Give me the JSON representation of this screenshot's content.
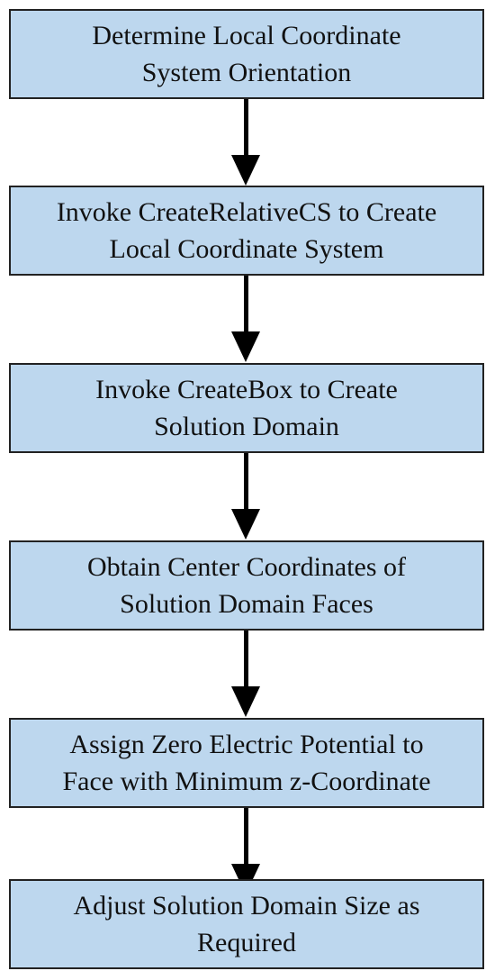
{
  "flowchart": {
    "steps": [
      {
        "label": "Determine Local Coordinate\nSystem Orientation"
      },
      {
        "label": "Invoke CreateRelativeCS to Create\nLocal Coordinate System"
      },
      {
        "label": "Invoke CreateBox to Create\nSolution Domain"
      },
      {
        "label": "Obtain Center Coordinates of\nSolution Domain Faces"
      },
      {
        "label": "Assign Zero Electric Potential to\nFace with Minimum z-Coordinate"
      },
      {
        "label": "Adjust Solution Domain Size as\nRequired"
      }
    ],
    "colors": {
      "box_fill": "#bdd7ee",
      "box_border": "#222222",
      "arrow": "#000000",
      "text": "#111111"
    }
  }
}
